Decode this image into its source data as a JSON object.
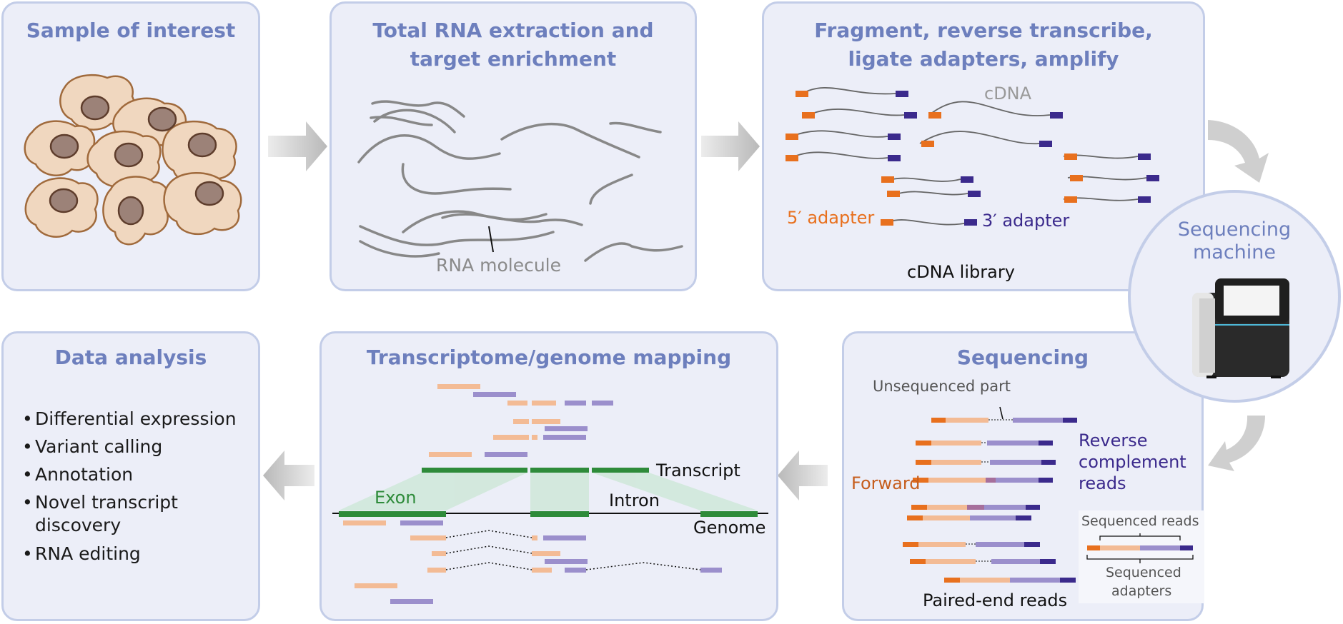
{
  "panels": {
    "sample": {
      "title": "Sample of interest"
    },
    "extraction": {
      "title_line1": "Total RNA extraction and",
      "title_line2": "target enrichment",
      "rna_label": "RNA molecule"
    },
    "library": {
      "title_line1": "Fragment, reverse transcribe,",
      "title_line2": "ligate adapters, amplify",
      "cdna_label": "cDNA",
      "adapter5": "5′ adapter",
      "adapter3": "3′ adapter",
      "caption": "cDNA library"
    },
    "machine": {
      "title_line1": "Sequencing",
      "title_line2": "machine"
    },
    "sequencing": {
      "title": "Sequencing",
      "unsequenced": "Unsequenced part",
      "forward": "Forward",
      "reverse_line1": "Reverse",
      "reverse_line2": "complement",
      "reverse_line3": "reads",
      "seq_reads": "Sequenced reads",
      "seq_adapters_line1": "Sequenced",
      "seq_adapters_line2": "adapters",
      "caption": "Paired-end reads"
    },
    "mapping": {
      "title": "Transcriptome/genome mapping",
      "transcript": "Transcript",
      "exon": "Exon",
      "intron": "Intron",
      "genome": "Genome"
    },
    "analysis": {
      "title": "Data analysis",
      "items": [
        "Differential expression",
        "Variant calling",
        "Annotation",
        "Novel transcript",
        "discovery",
        "RNA editing"
      ]
    }
  },
  "colors": {
    "title": "#6d7fbd",
    "panel_bg": "#eceef8",
    "panel_border": "#c3cde8",
    "adapter5": "#e8701e",
    "adapter3": "#3b2a8c",
    "exon": "#2e8b3a",
    "forward_read": "#f3bb95",
    "reverse_read": "#9b8fcc"
  }
}
